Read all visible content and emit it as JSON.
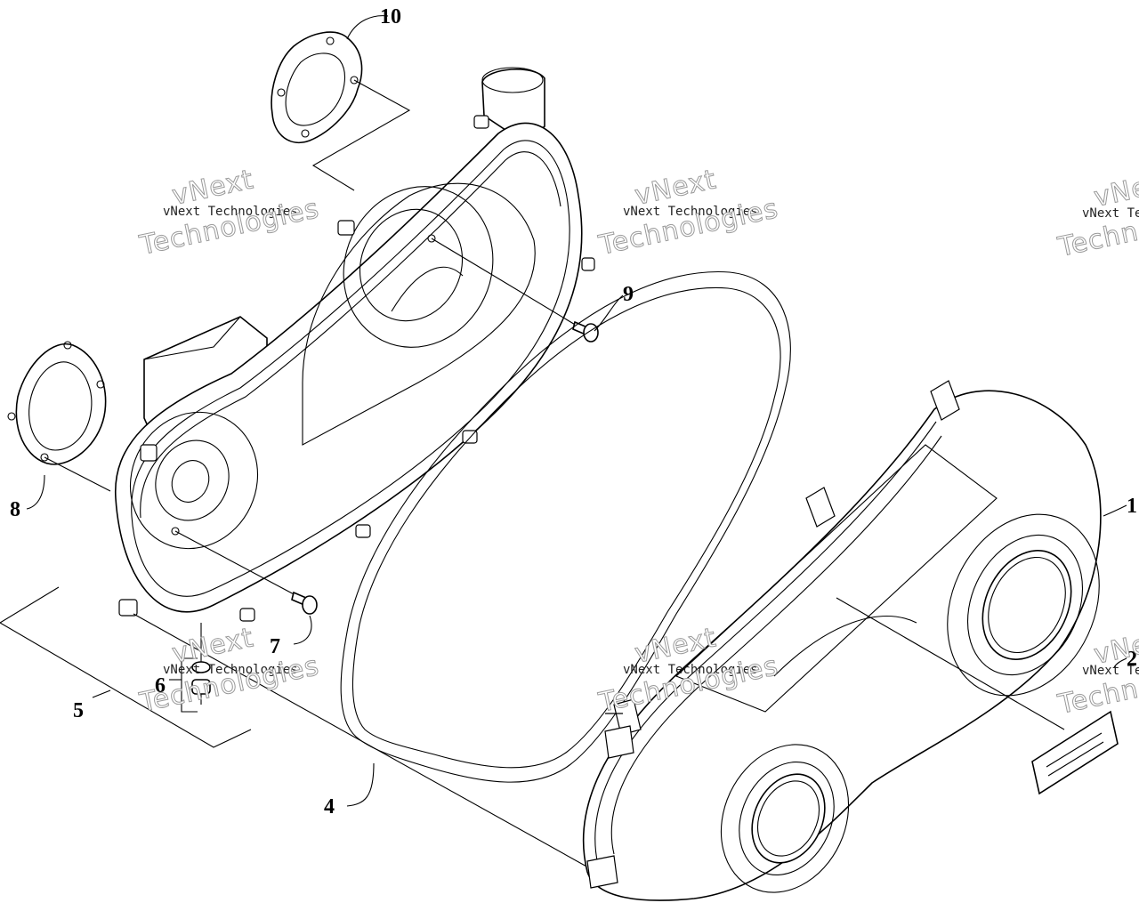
{
  "callouts": {
    "c1": "1",
    "c2": "2",
    "c4": "4",
    "c5": "5",
    "c6": "6",
    "c7": "7",
    "c8": "8",
    "c9": "9",
    "c10": "10"
  },
  "watermark": {
    "small": "vNext Technologies",
    "word1": "vNext",
    "word2": "Technologies"
  }
}
